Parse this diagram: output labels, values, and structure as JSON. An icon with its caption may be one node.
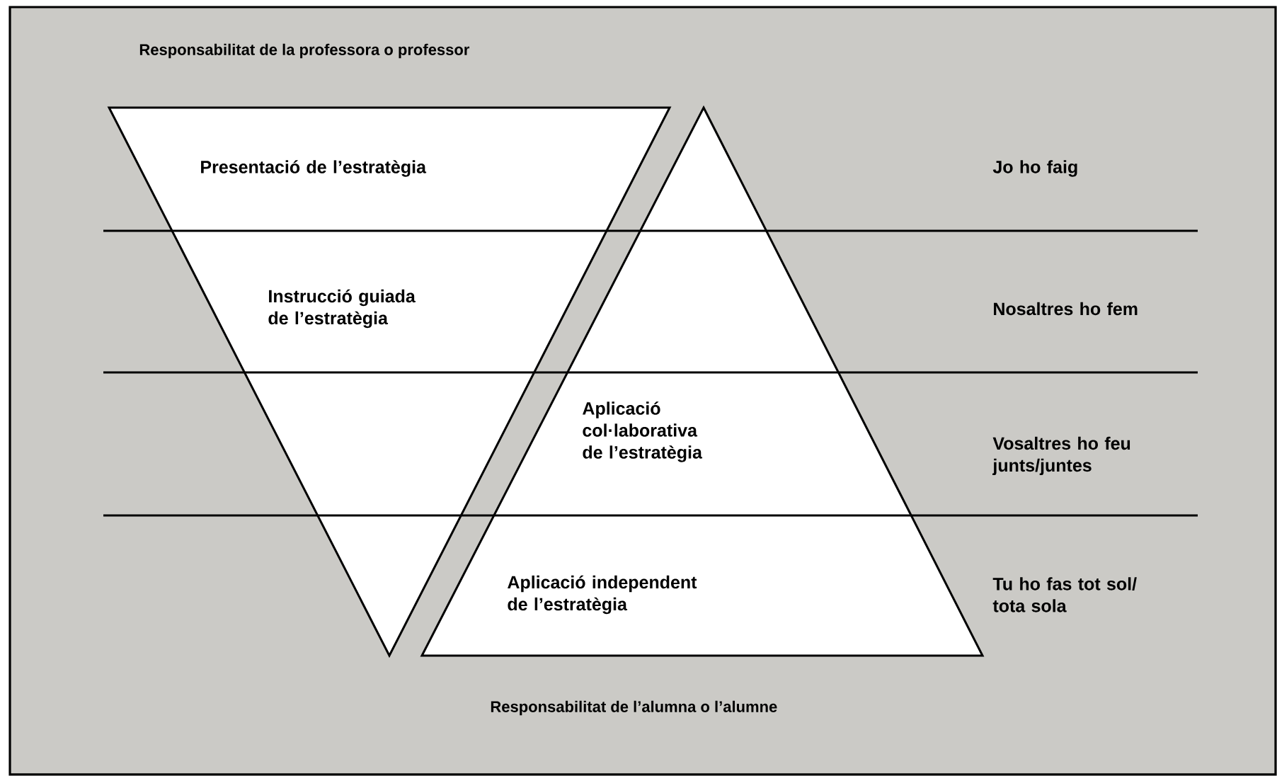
{
  "diagram": {
    "nodes": [
      {
        "text": [
          "Presentació de l’estratègia",
          "Instrucció guiada de l’estratègia"
        ]
      },
      {
        "text": [
          "Aplicació col·laborativa de l’estratègia",
          "Aplicació independent de l’estratègia"
        ]
      }
    ],
    "labels": [
      "Responsabilitat de la professora o professor",
      "Jo ho faig",
      "Nosaltres ho fem",
      "Vosaltres ho feu junts/juntes",
      "Tu ho fas tot sol/ tota sola",
      "Responsabilitat de l’alumna o l’alumne"
    ]
  }
}
